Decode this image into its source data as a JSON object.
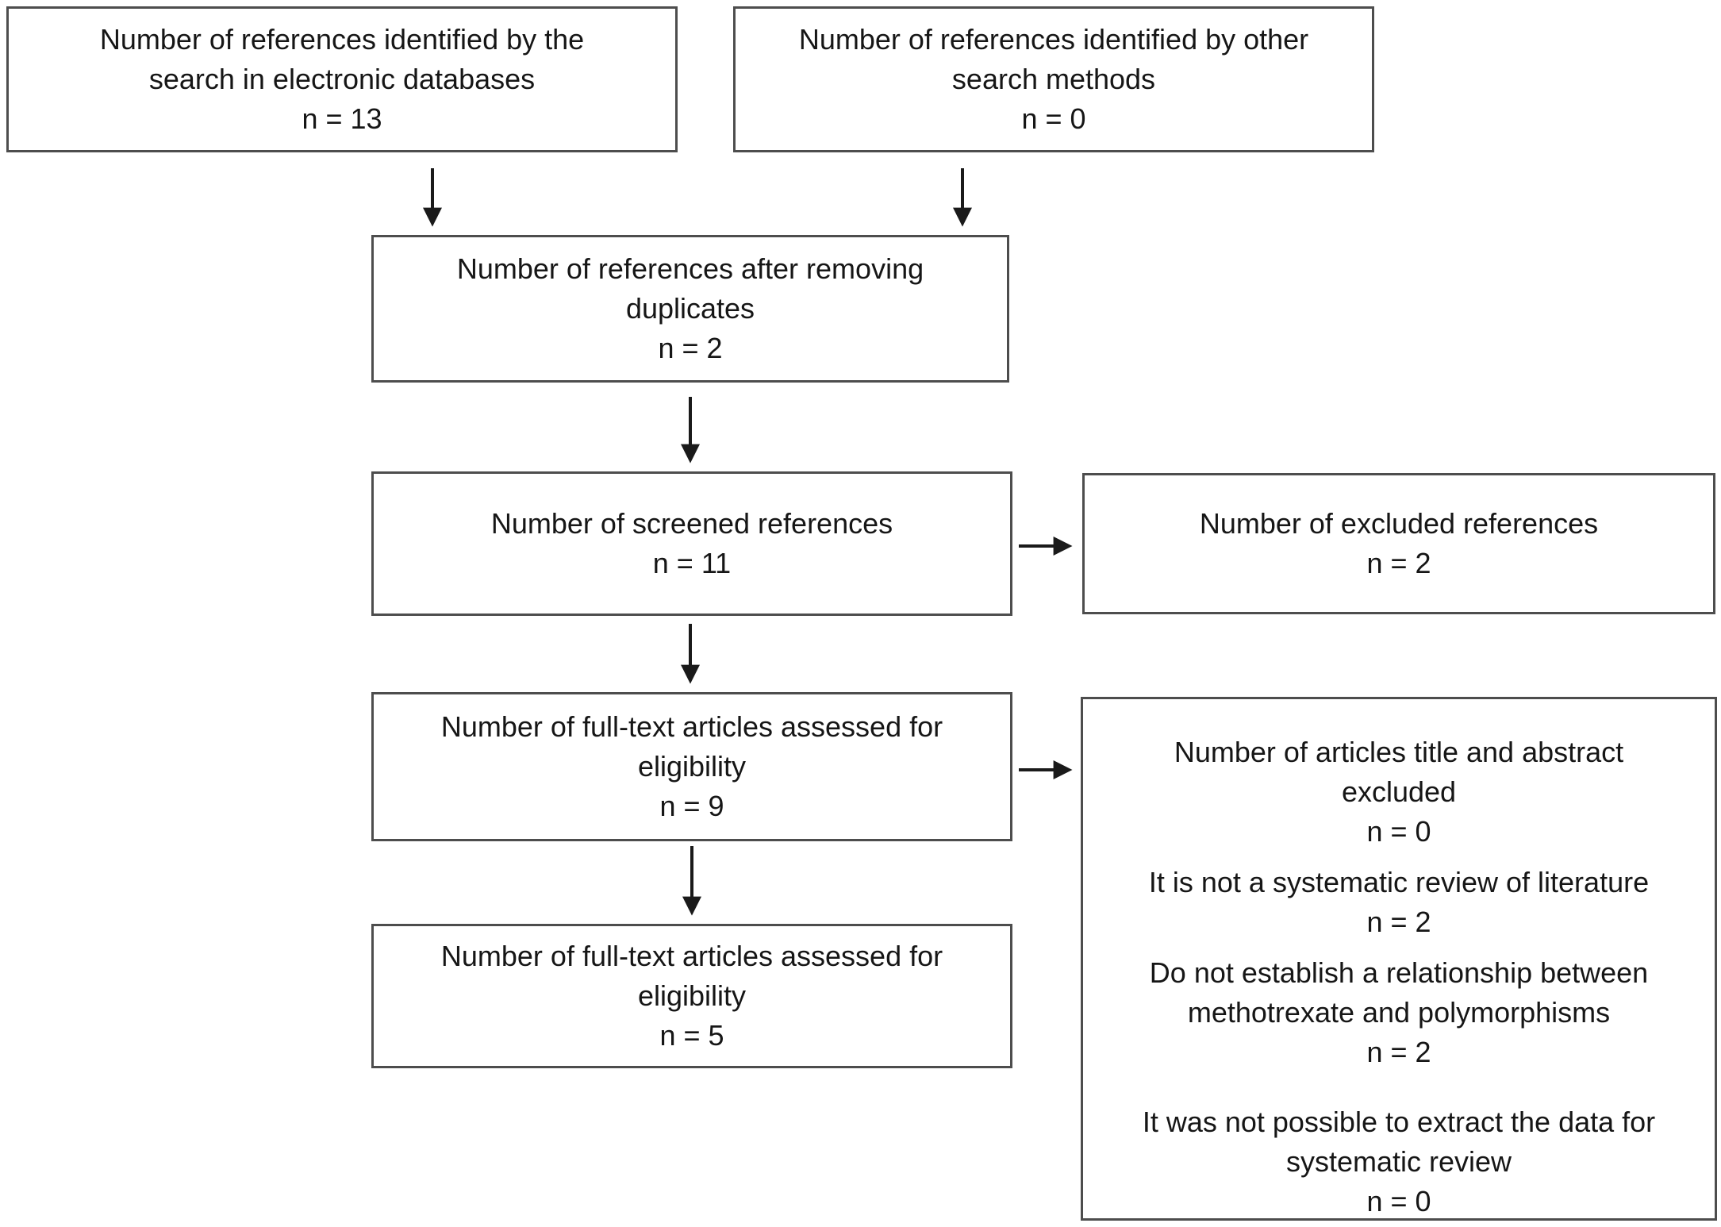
{
  "diagram_type": "prisma-flowchart",
  "colors": {
    "background": "#ffffff",
    "box_border": "#4d4d4d",
    "text": "#161616",
    "arrow": "#1a1a1a"
  },
  "boxes": {
    "identified_databases": {
      "lines": [
        "Number of references identified by the",
        "search in electronic databases",
        "n = 13"
      ]
    },
    "identified_other": {
      "lines": [
        "Number of references identified by other",
        "search methods",
        "n = 0"
      ]
    },
    "after_duplicates": {
      "lines": [
        "Number of references after removing",
        "duplicates",
        "n = 2"
      ]
    },
    "screened": {
      "lines": [
        "Number of screened references",
        "n = 11"
      ]
    },
    "excluded_references": {
      "lines": [
        "Number of excluded references",
        "n = 2"
      ]
    },
    "fulltext_assessed_9": {
      "lines": [
        "Number of full-text articles assessed for",
        "eligibility",
        "n = 9"
      ]
    },
    "exclusion_reasons": {
      "groups": [
        {
          "lines": [
            "Number of articles title and abstract",
            "excluded",
            "n = 0"
          ]
        },
        {
          "lines": [
            "It is not a systematic review of literature",
            "n = 2"
          ]
        },
        {
          "lines": [
            "Do not establish a relationship between",
            "methotrexate and polymorphisms",
            "n = 2"
          ]
        },
        {
          "lines": [
            "It was not possible to extract the data for",
            "systematic review",
            "n = 0"
          ]
        }
      ]
    },
    "fulltext_assessed_5": {
      "lines": [
        "Number of full-text articles assessed for",
        "eligibility",
        "n = 5"
      ]
    }
  }
}
